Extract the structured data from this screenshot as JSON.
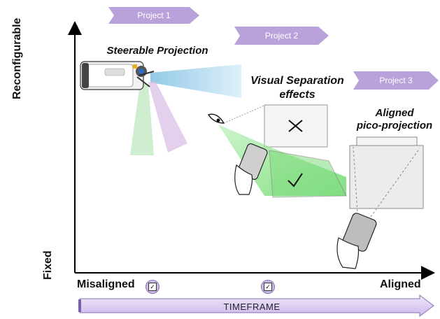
{
  "projects": [
    {
      "label": "Project 1"
    },
    {
      "label": "Project 2"
    },
    {
      "label": "Project 3"
    }
  ],
  "headings": {
    "steerable": "Steerable Projection",
    "visual_separation_line1": "Visual Separation",
    "visual_separation_line2": "effects",
    "aligned_line1": "Aligned",
    "aligned_line2": "pico-projection"
  },
  "axes": {
    "y_top": "Reconfigurable",
    "y_bottom": "Fixed",
    "x_left": "Misaligned",
    "x_right": "Aligned"
  },
  "timeframe": {
    "label": "TIMEFRAME"
  },
  "colors": {
    "tag_fill": "#b9a2d9",
    "blue_beam": "#a9d6ee",
    "green_beam": "#9be39b",
    "purple_beam": "#d9b8e6",
    "timeframe_fill": "#d9c9f0"
  }
}
